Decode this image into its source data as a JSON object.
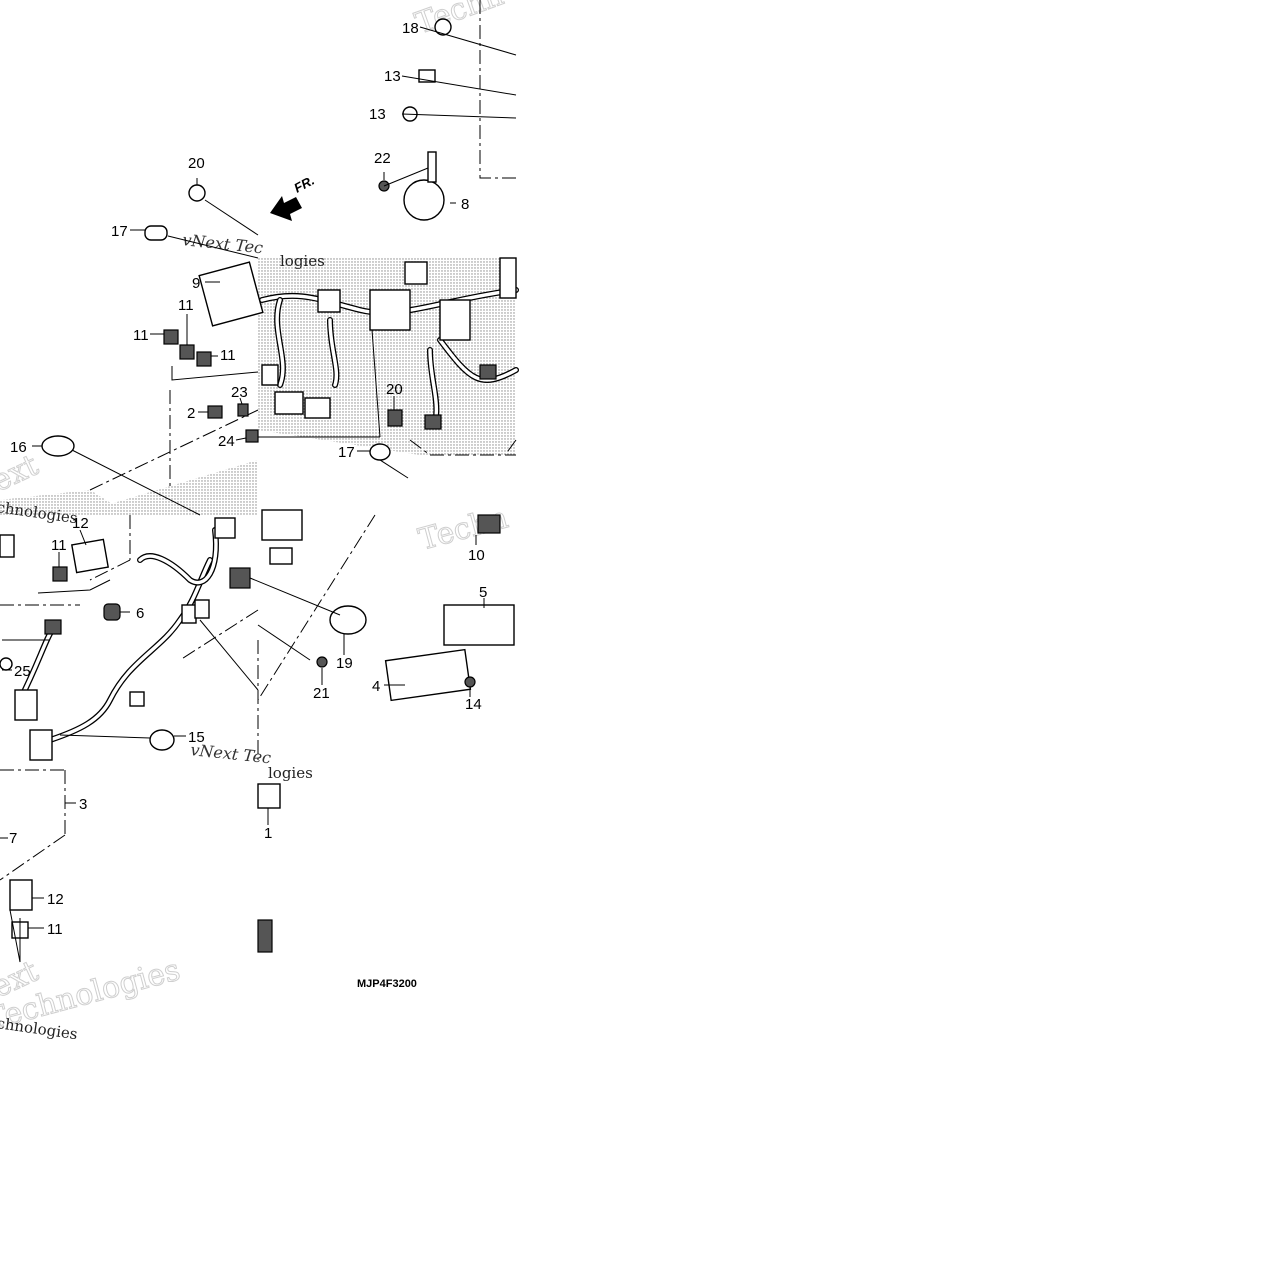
{
  "diagram": {
    "drawing_code": "MJP4F3200",
    "direction_label": "FR.",
    "watermarks": {
      "large": "Technologies",
      "brand_small": "vNext Technologies",
      "brand_fragment": "vNext Tec",
      "fragment_a": "logies",
      "fragment_b": "chnologies",
      "fragment_c": "Techn",
      "fragment_d": "ext",
      "fragment_e": "Techn"
    },
    "callouts": {
      "c1": "1",
      "c2": "2",
      "c3": "3",
      "c4": "4",
      "c5": "5",
      "c6": "6",
      "c7": "7",
      "c8": "8",
      "c9": "9",
      "c10": "10",
      "c11a": "11",
      "c11b": "11",
      "c11c": "11",
      "c11d": "11",
      "c11e": "11",
      "c12a": "12",
      "c12b": "12",
      "c13a": "13",
      "c13b": "13",
      "c14": "14",
      "c15": "15",
      "c16": "16",
      "c17a": "17",
      "c17b": "17",
      "c18": "18",
      "c19": "19",
      "c20a": "20",
      "c20b": "20",
      "c21": "21",
      "c22": "22",
      "c23": "23",
      "c24": "24",
      "c25": "25"
    }
  }
}
